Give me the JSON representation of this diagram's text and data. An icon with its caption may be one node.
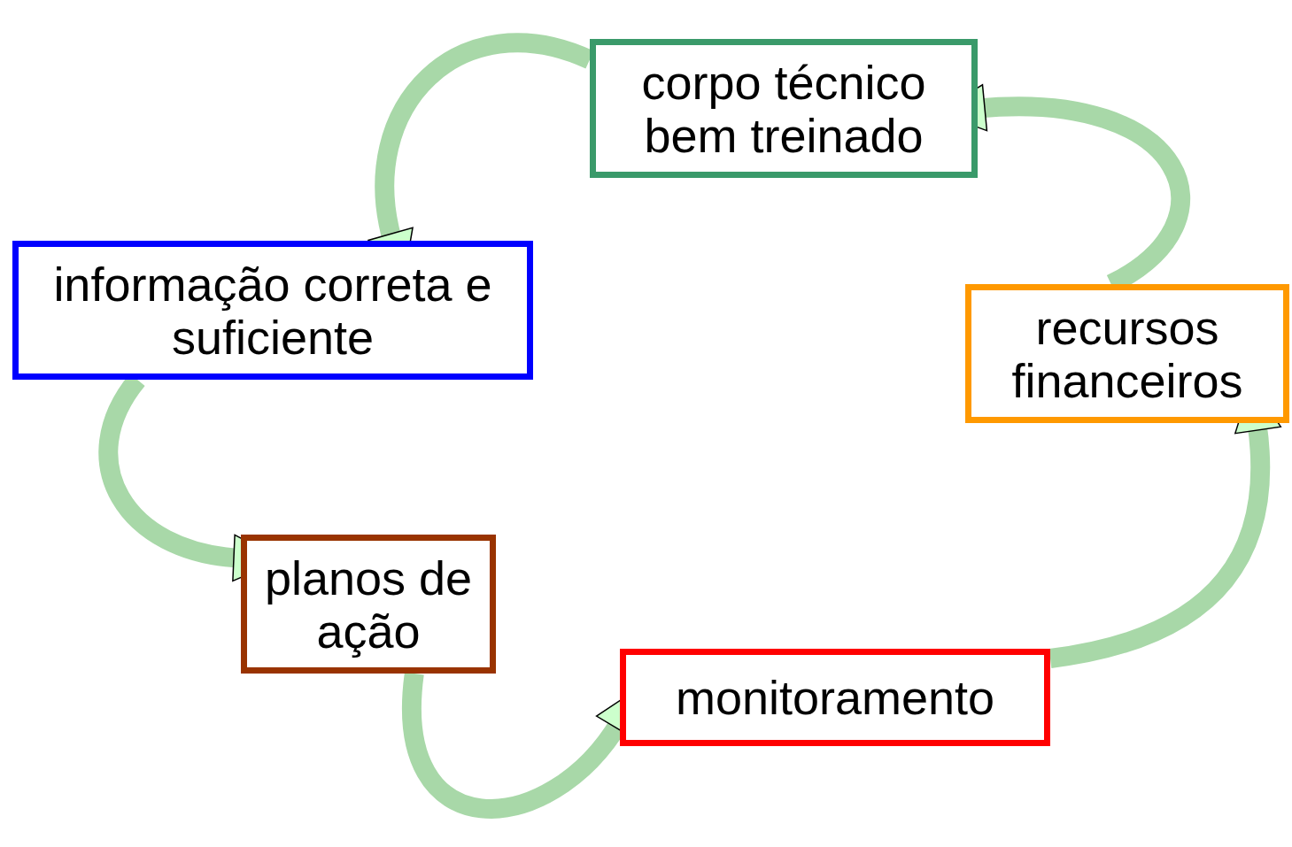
{
  "diagram": {
    "nodes": [
      {
        "text": [
          "corpo técnico bem treinado"
        ]
      },
      {
        "text": [
          "informação correta e suficiente"
        ]
      },
      {
        "text": [
          "planos de ação"
        ]
      },
      {
        "text": [
          "monitoramento"
        ]
      },
      {
        "text": [
          "recursos financeiros"
        ]
      }
    ],
    "edges": [
      {
        "from": 0,
        "to": 1,
        "arrow": "to"
      },
      {
        "from": 1,
        "to": 2,
        "arrow": "to"
      },
      {
        "from": 2,
        "to": 3,
        "arrow": "to"
      },
      {
        "from": 3,
        "to": 4,
        "arrow": "to"
      },
      {
        "from": 4,
        "to": 0,
        "arrow": "to"
      }
    ]
  }
}
